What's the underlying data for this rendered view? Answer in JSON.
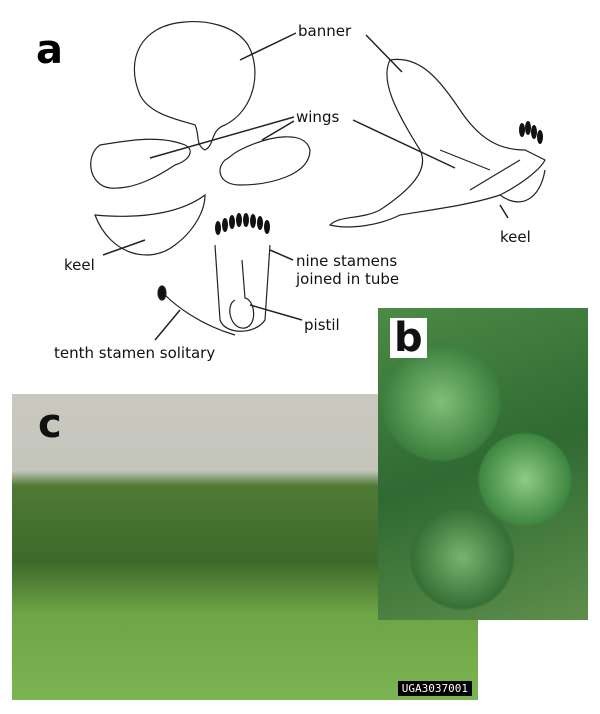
{
  "panels": {
    "a": "a",
    "b": "b",
    "c": "c"
  },
  "labels": {
    "banner": "banner",
    "wings": "wings",
    "keel_left": "keel",
    "keel_right": "keel",
    "stamens_line1": "nine stamens",
    "stamens_line2": "joined in tube",
    "pistil": "pistil",
    "tenth_stamen": "tenth stamen solitary"
  },
  "photo_c_tag": "UGA3037001"
}
